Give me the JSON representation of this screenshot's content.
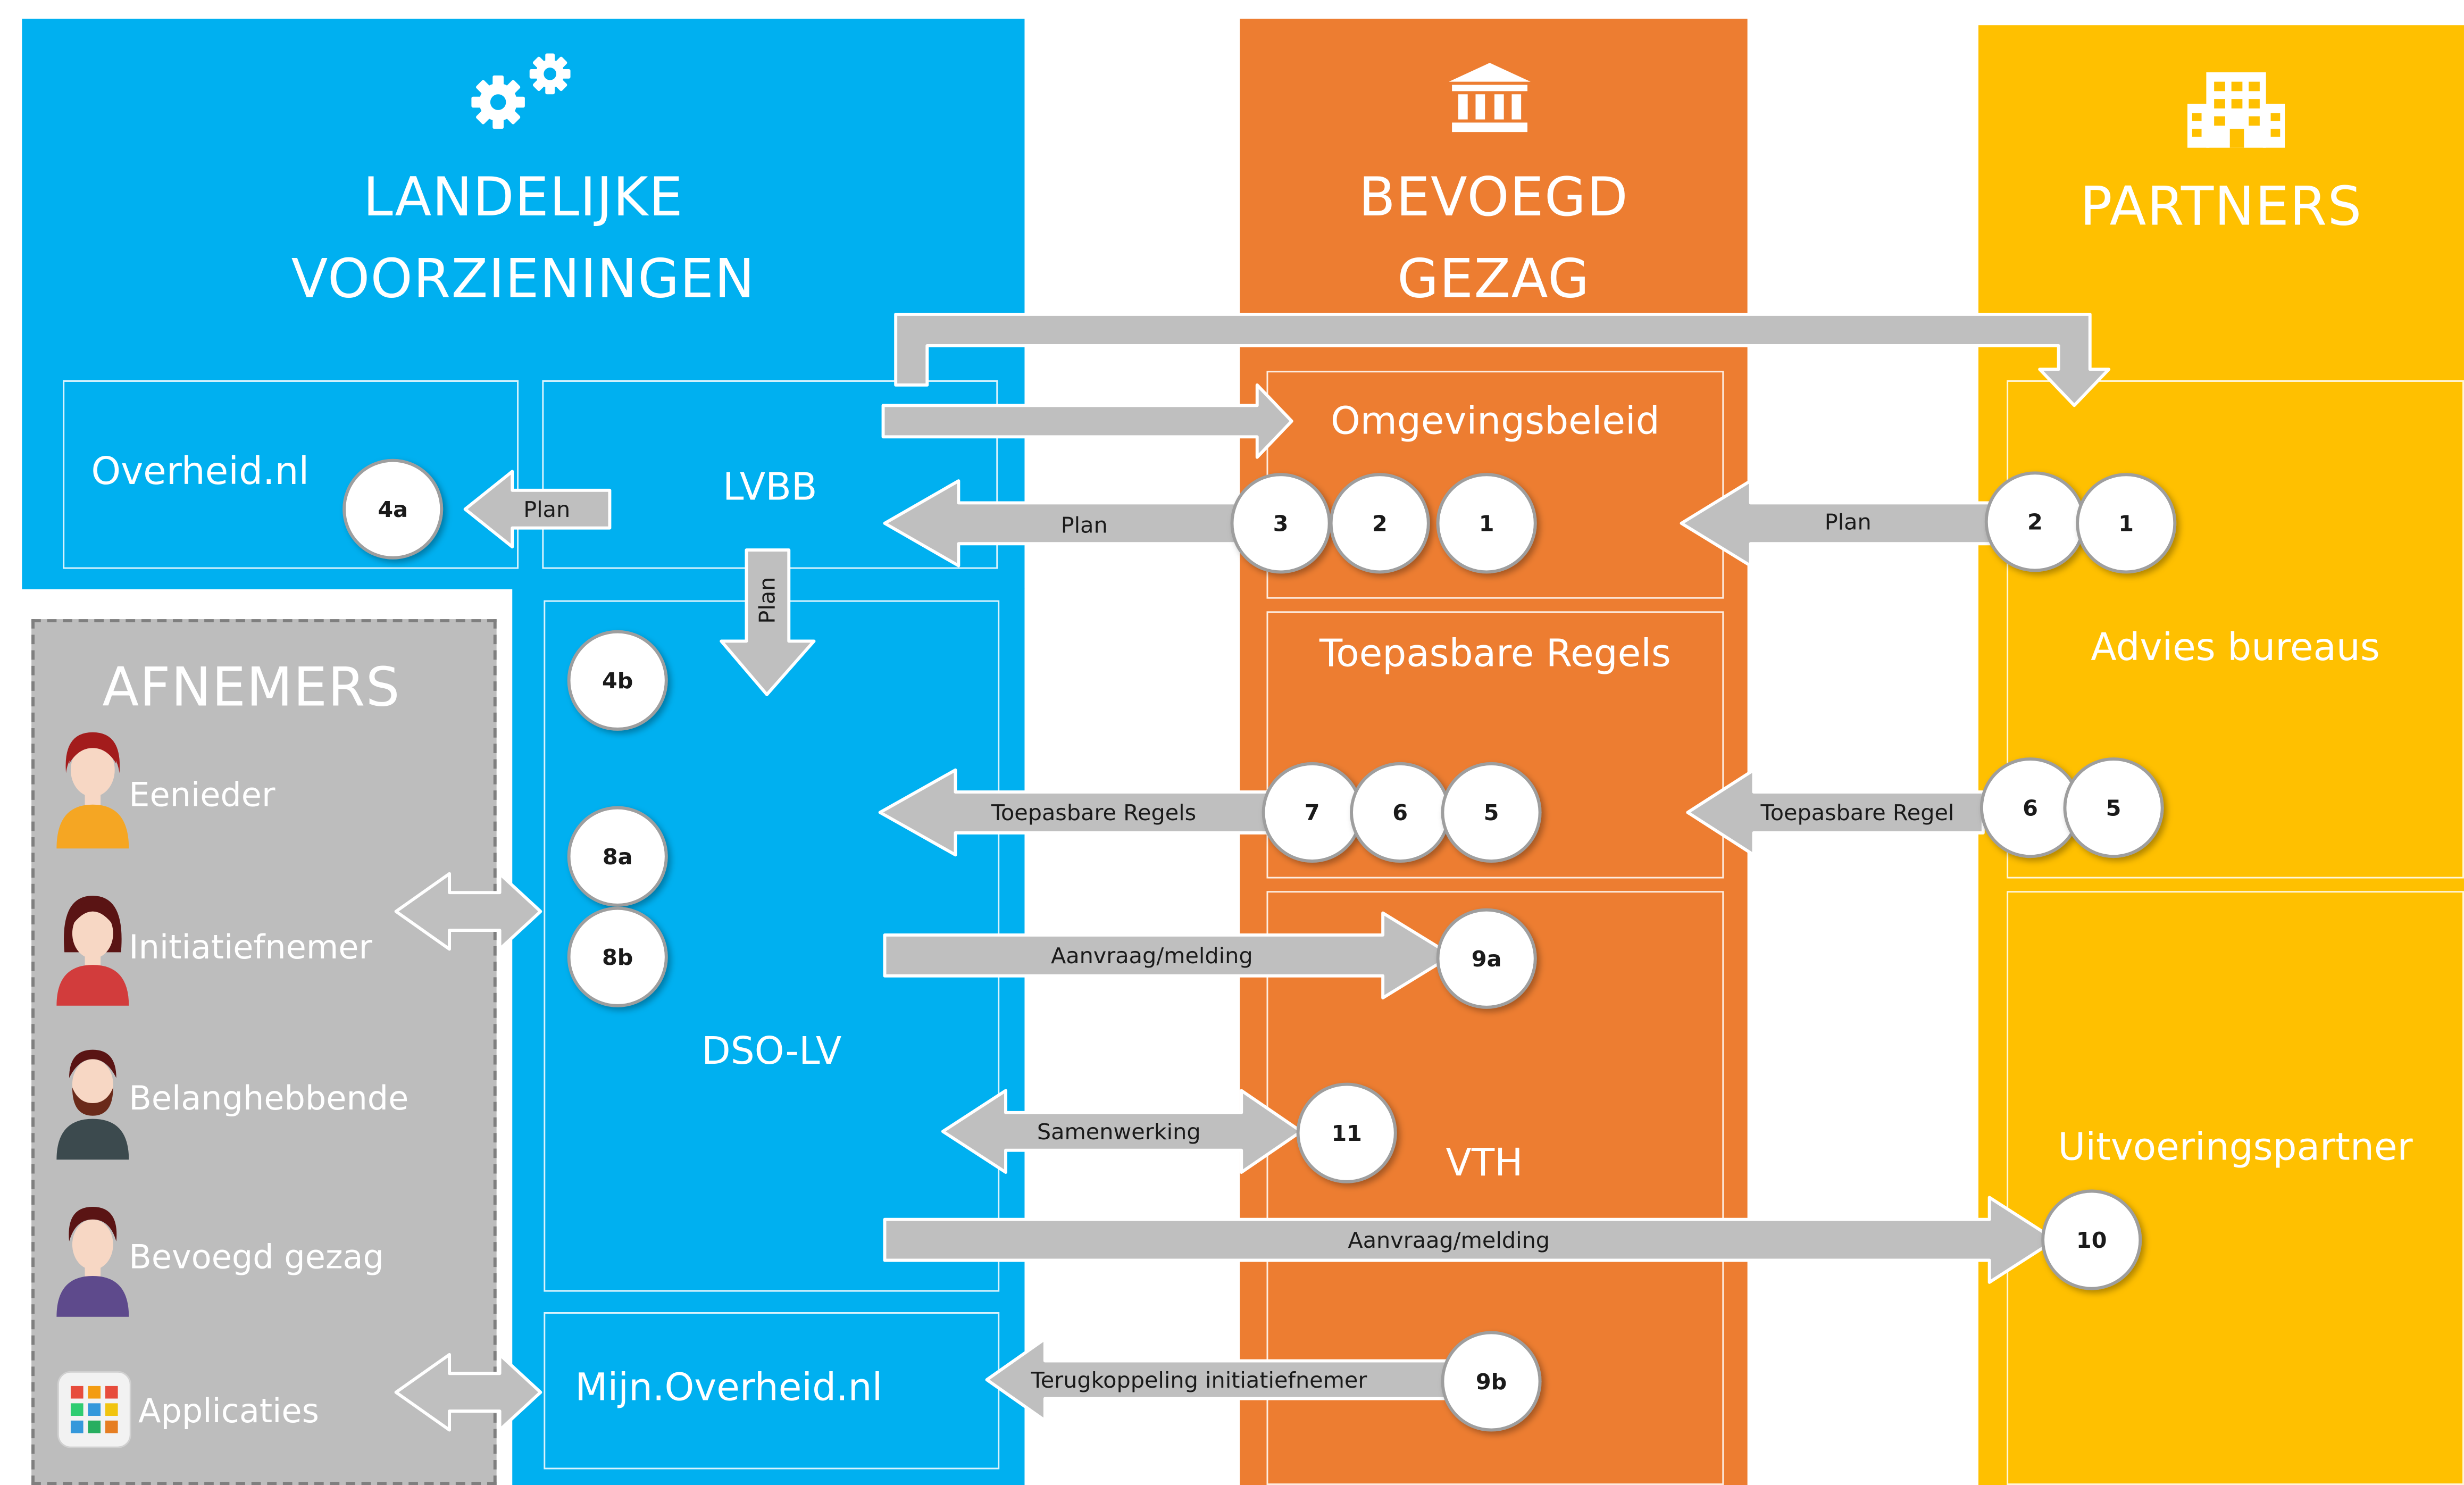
{
  "columns": {
    "landelijk": {
      "title_line1": "LANDELIJKE",
      "title_line2": "VOORZIENINGEN",
      "icon": "gears-icon"
    },
    "bevoegd": {
      "title_line1": "BEVOEGD",
      "title_line2": "GEZAG",
      "icon": "government-building-icon"
    },
    "partners": {
      "title": "PARTNERS",
      "icon": "office-building-icon"
    }
  },
  "boxes": {
    "overheid_nl": "Overheid.nl",
    "lvbb": "LVBB",
    "dso_lv": "DSO-LV",
    "mijn_overheid": "Mijn.Overheid.nl",
    "omgevingsbeleid": "Omgevingsbeleid",
    "toepasbare_regels": "Toepasbare Regels",
    "vth": "VTH",
    "advies_bureaus": "Advies bureaus",
    "uitvoeringspartner": "Uitvoeringspartner"
  },
  "afnemers": {
    "title": "AFNEMERS",
    "items": [
      {
        "label": "Eenieder",
        "icon": "person-orange-icon"
      },
      {
        "label": "Initiatiefnemer",
        "icon": "person-red-icon"
      },
      {
        "label": "Belanghebbende",
        "icon": "person-bearded-icon"
      },
      {
        "label": "Bevoegd gezag",
        "icon": "person-purple-icon"
      },
      {
        "label": "Applicaties",
        "icon": "apps-grid-icon"
      }
    ]
  },
  "arrows": {
    "plan_overheid": "Plan",
    "plan_lvbb": "Plan",
    "plan_partners": "Plan",
    "plan_down": "Plan",
    "toepasbare_left": "Toepasbare Regels",
    "toepasbare_partners": "Toepasbare Regel",
    "aanvraag_vth": "Aanvraag/melding",
    "samenwerking": "Samenwerking",
    "aanvraag_partner": "Aanvraag/melding",
    "terugkoppeling": "Terugkoppeling initiatiefnemer"
  },
  "steps": {
    "s4a": "4a",
    "s4b": "4b",
    "s8a": "8a",
    "s8b": "8b",
    "s3": "3",
    "s2": "2",
    "s1": "1",
    "s7": "7",
    "s6": "6",
    "s5": "5",
    "s9a": "9a",
    "s11": "11",
    "s9b": "9b",
    "p2": "2",
    "p1": "1",
    "p6": "6",
    "p5": "5",
    "p10": "10"
  },
  "colors": {
    "blue": "#00b0f0",
    "orange": "#ed7d31",
    "yellow": "#ffc000",
    "gray_panel": "#bdbdbd",
    "arrow": "#bfbfbf"
  }
}
